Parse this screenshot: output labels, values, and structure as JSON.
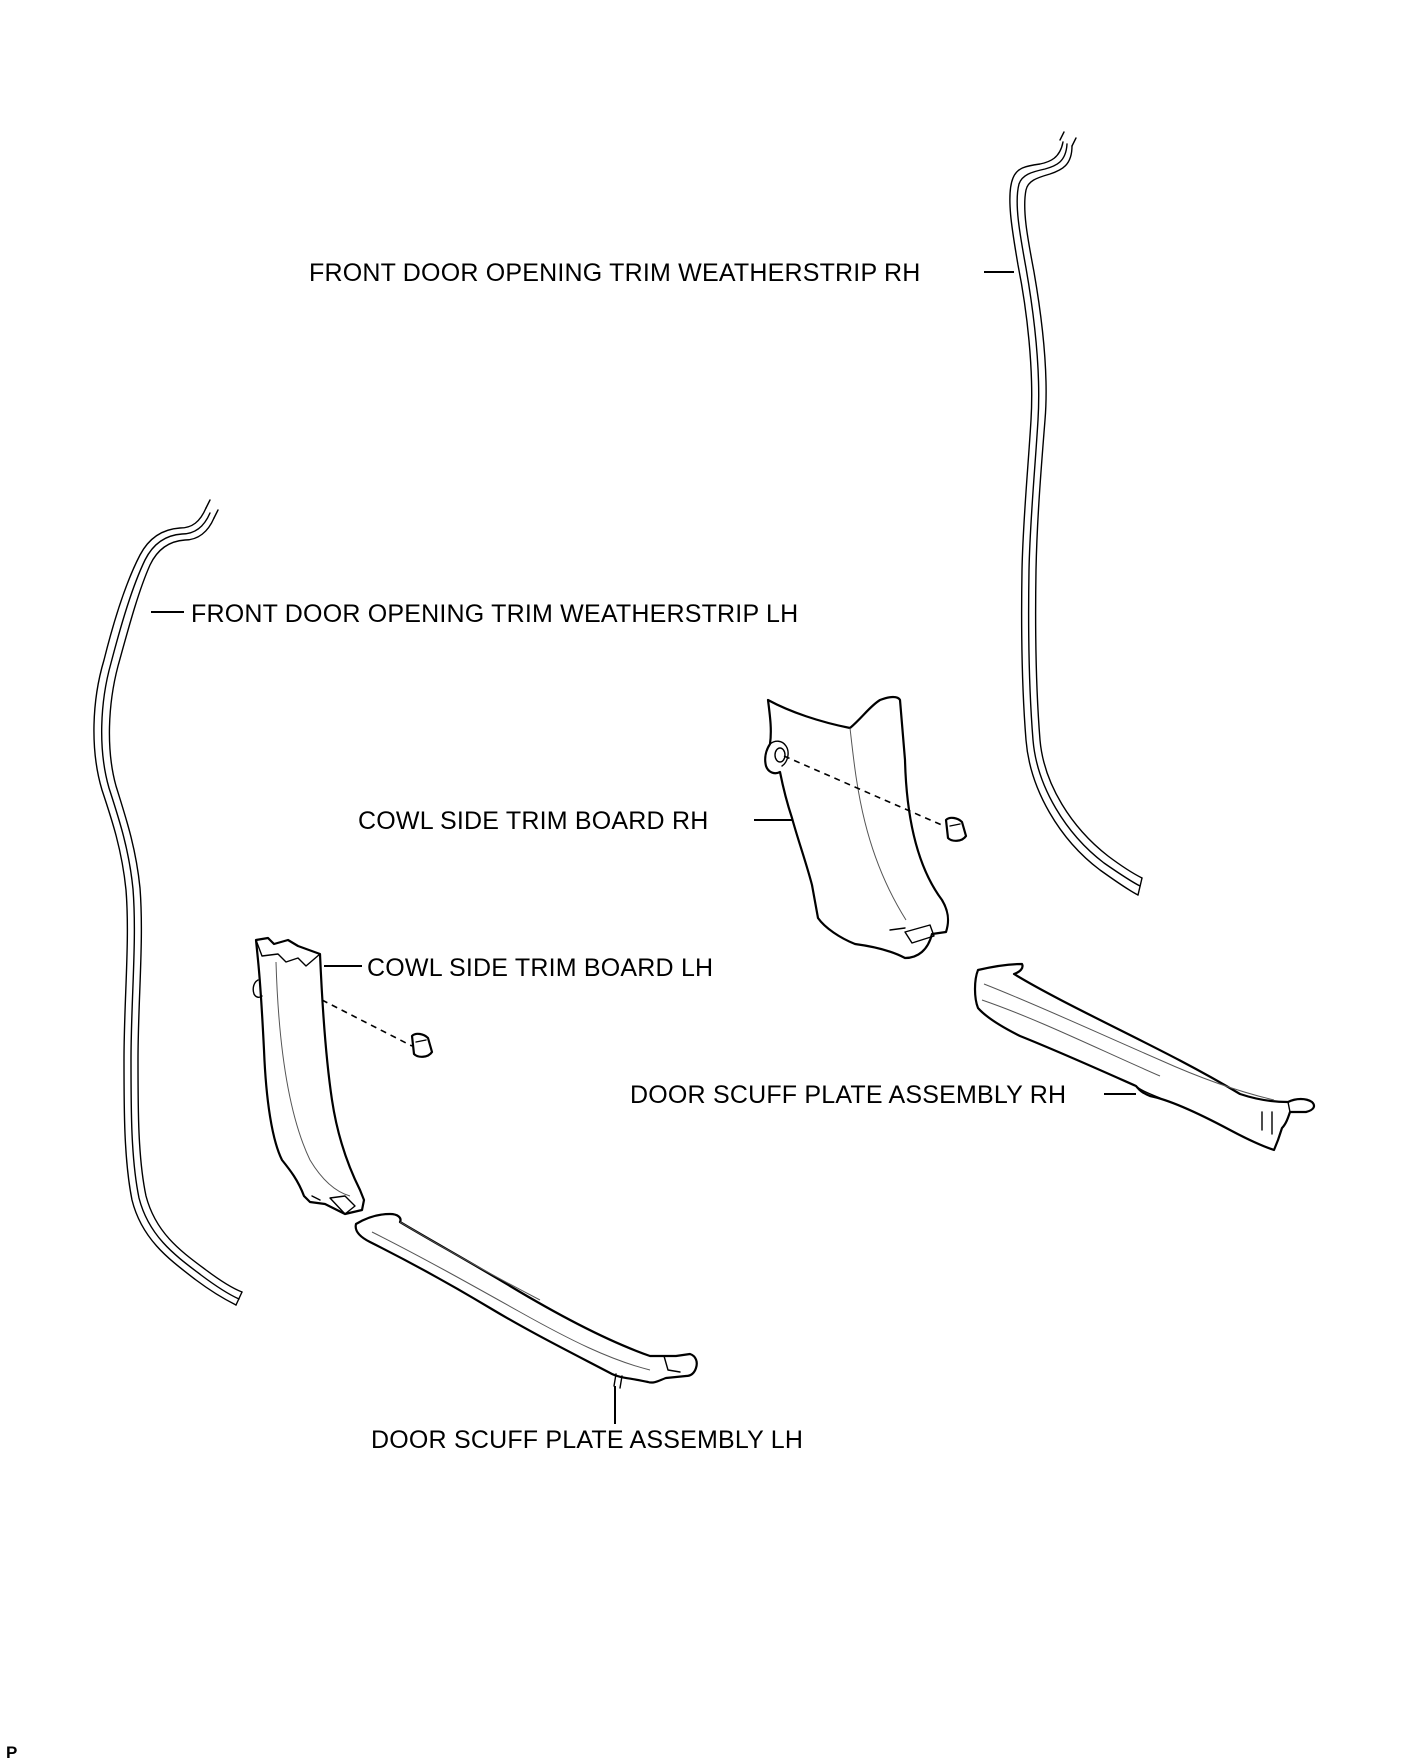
{
  "labels": {
    "weatherstrip_rh": "FRONT DOOR OPENING TRIM WEATHERSTRIP RH",
    "weatherstrip_lh": "FRONT DOOR OPENING TRIM WEATHERSTRIP LH",
    "cowl_rh": "COWL SIDE TRIM BOARD RH",
    "cowl_lh": "COWL SIDE TRIM BOARD LH",
    "scuff_rh": "DOOR SCUFF PLATE ASSEMBLY RH",
    "scuff_lh": "DOOR SCUFF PLATE ASSEMBLY LH"
  },
  "corner_mark": "P"
}
